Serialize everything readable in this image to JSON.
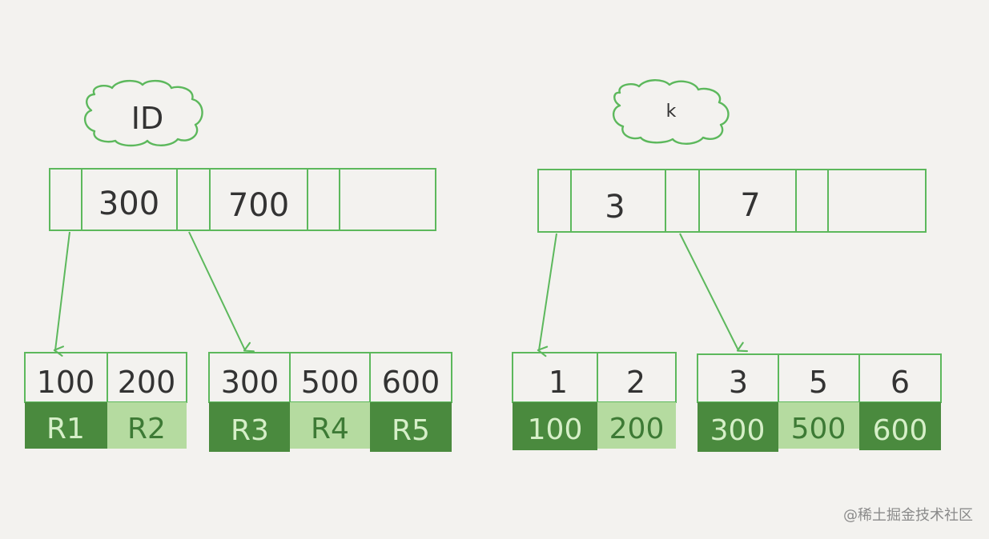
{
  "colors": {
    "background": "#f3f2ef",
    "line": "#5cb85c",
    "dark_fill": "#4a8a3e",
    "light_fill": "#b5dba0",
    "dark_text": "#d6efc8",
    "light_text": "#3d7a35",
    "ink": "#333333"
  },
  "trees": [
    {
      "index_name": "ID",
      "root_keys": [
        "300",
        "700"
      ],
      "leaves": [
        {
          "keys": [
            "100",
            "200"
          ],
          "values": [
            {
              "text": "R1",
              "shade": "dark"
            },
            {
              "text": "R2",
              "shade": "light"
            }
          ]
        },
        {
          "keys": [
            "300",
            "500",
            "600"
          ],
          "values": [
            {
              "text": "R3",
              "shade": "dark"
            },
            {
              "text": "R4",
              "shade": "light"
            },
            {
              "text": "R5",
              "shade": "dark"
            }
          ]
        }
      ]
    },
    {
      "index_name": "k",
      "root_keys": [
        "3",
        "7"
      ],
      "leaves": [
        {
          "keys": [
            "1",
            "2"
          ],
          "values": [
            {
              "text": "100",
              "shade": "dark"
            },
            {
              "text": "200",
              "shade": "light"
            }
          ]
        },
        {
          "keys": [
            "3",
            "5",
            "6"
          ],
          "values": [
            {
              "text": "300",
              "shade": "dark"
            },
            {
              "text": "500",
              "shade": "light"
            },
            {
              "text": "600",
              "shade": "dark"
            }
          ]
        }
      ]
    }
  ],
  "watermark": "@稀土掘金技术社区"
}
